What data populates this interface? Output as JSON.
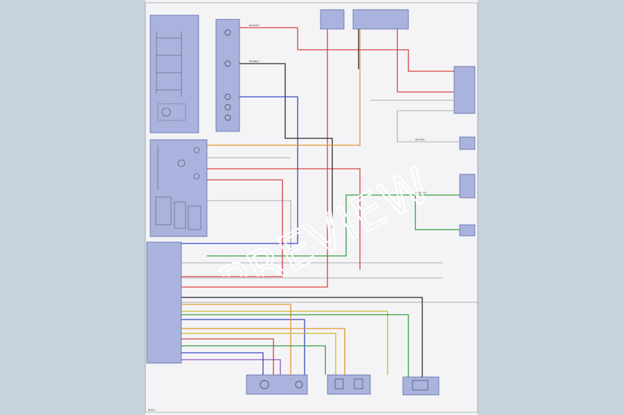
{
  "watermark": "PREVIEW",
  "colors": {
    "background": "#c7d2dd",
    "sheet": "#f4f4f6",
    "component_fill": "#a9b3de",
    "wire_red": "#d63a3a",
    "wire_blue": "#3040c8",
    "wire_green": "#2e9a3a",
    "wire_orange": "#e0902a",
    "wire_black": "#222222",
    "wire_gray": "#9a9a9a",
    "wire_yellow": "#c9b62a",
    "wire_purple": "#8a4cc0"
  },
  "labels": {
    "sheet_id": "BL010",
    "connector_a": "BLK/WHT",
    "connector_b": "RED/BLK",
    "connector_c": "BLU/YEL",
    "connector_d": "GRN/WHT"
  }
}
